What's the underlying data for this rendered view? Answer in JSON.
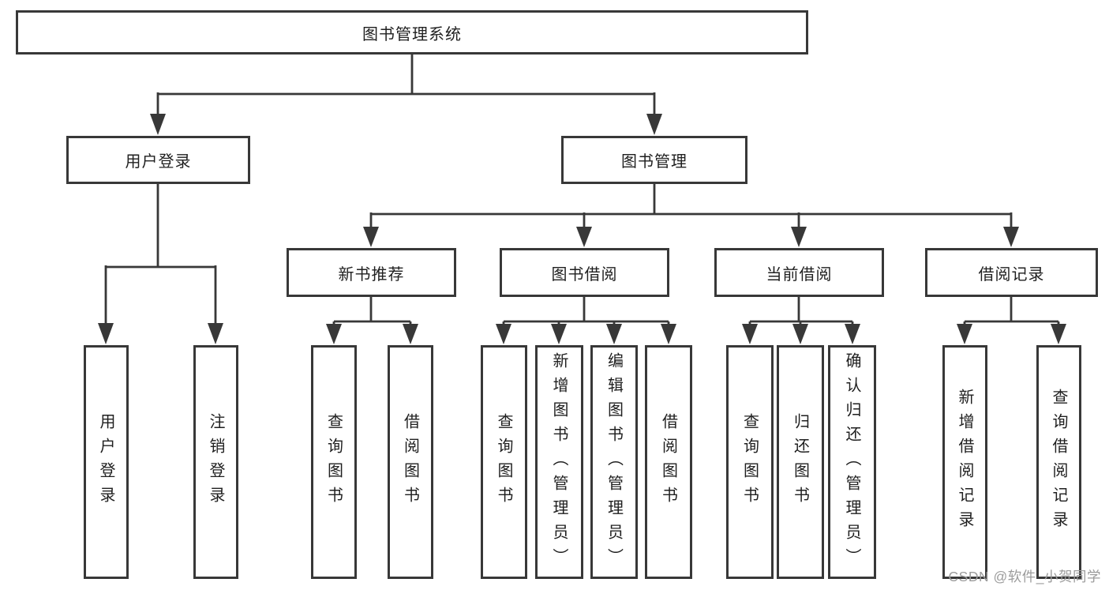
{
  "nodes": {
    "root": "图书管理系统",
    "level2": [
      "用户登录",
      "图书管理"
    ],
    "level3": [
      "新书推荐",
      "图书借阅",
      "当前借阅",
      "借阅记录"
    ],
    "leaves_user_login": [
      "用户登录",
      "注销登录"
    ],
    "leaves_new_book": [
      "查询图书",
      "借阅图书"
    ],
    "leaves_book_borrow": [
      "查询图书",
      "新增图书（管理员）",
      "编辑图书（管理员）",
      "借阅图书"
    ],
    "leaves_current_borrow": [
      "查询图书",
      "归还图书",
      "确认归还（管理员）"
    ],
    "leaves_borrow_records": [
      "新增借阅记录",
      "查询借阅记录"
    ]
  },
  "watermark": "CSDN @软件_小贺同学",
  "colors": {
    "line": "#383838",
    "text": "#1f1f1f",
    "watermark": "#9c9c9c",
    "bg": "#ffffff"
  }
}
